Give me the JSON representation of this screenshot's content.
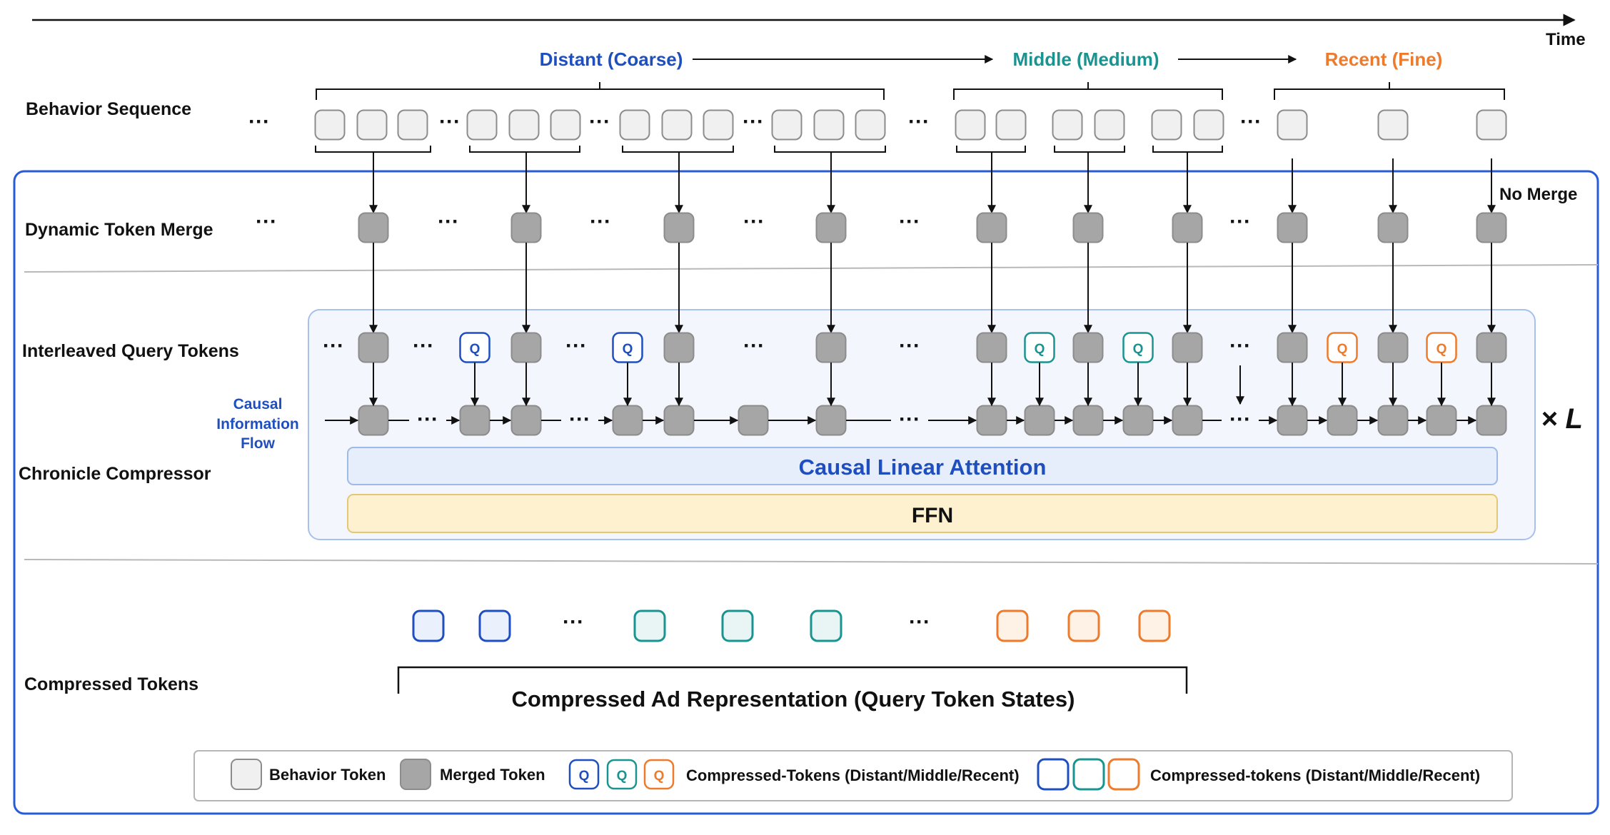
{
  "time_axis": {
    "label": "Time"
  },
  "stages": {
    "distant": "Distant (Coarse)",
    "middle": "Middle (Medium)",
    "recent": "Recent (Fine)"
  },
  "rows": {
    "behavior_sequence": "Behavior Sequence",
    "dynamic_token_merge": "Dynamic Token Merge",
    "interleaved_query_tokens": "Interleaved Query Tokens",
    "chronicle_compressor": "Chronicle Compressor",
    "compressed_tokens": "Compressed Tokens"
  },
  "annotations": {
    "no_merge": "No Merge",
    "causal_flow": [
      "Causal",
      "Information",
      "Flow"
    ],
    "repeat": "× L",
    "ellipsis": "···",
    "query_letter": "Q"
  },
  "blocks": {
    "causal_linear_attention": "Causal Linear Attention",
    "ffn": "FFN"
  },
  "compressed_representation": "Compressed Ad Representation (Query Token States)",
  "legend": {
    "behavior_token": "Behavior Token",
    "merged_token": "Merged Token",
    "compressed_tokens_q": "Compressed-Tokens (Distant/Middle/Recent)",
    "compressed_tokens_plain": "Compressed-tokens (Distant/Middle/Recent)"
  },
  "colors": {
    "distant": "#1f4fbf",
    "middle": "#1a9490",
    "recent": "#ee7a2c",
    "outer_border": "#2a5bd7",
    "merged_token": "#a6a6a6",
    "behavior_token": "#f0f0f0"
  }
}
